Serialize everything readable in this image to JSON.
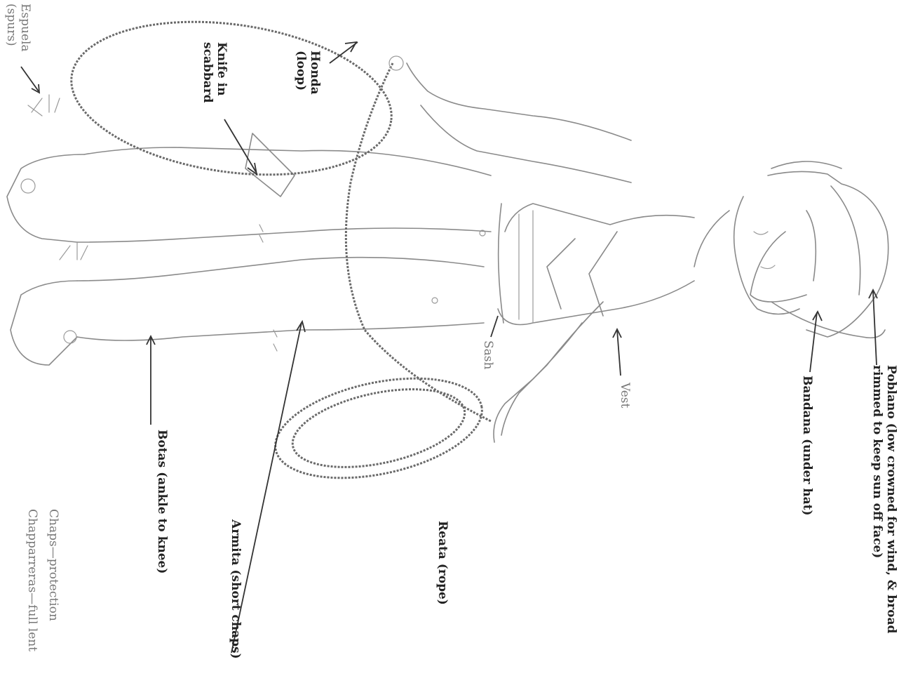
{
  "labels": {
    "poblano": "Poblano (low crowned for wind, & broad\nrimmed to keep sun off face)",
    "bandana": "Bandana (under hat)",
    "vest": "Vest",
    "sash": "Sash",
    "reata": "Reata (rope)",
    "armita": "Armita (short chaps)",
    "botas": "Botas (ankle to knee)",
    "honda": "Honda\n(loop)",
    "knife": "Knife in\nscabbard",
    "espuela": "Espuela\n(spurs)",
    "chaps_note_1": "Chaps—protection",
    "chaps_note_2": "Chapparreras—full lent"
  }
}
